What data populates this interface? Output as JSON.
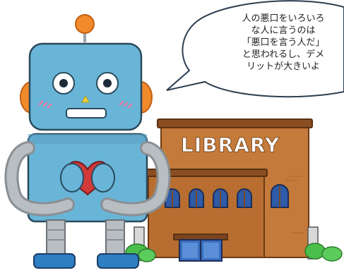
{
  "speech_bubble": {
    "lines": [
      "人の悪口をいろいろ",
      "な人に言うのは",
      "「悪口を言う人だ」",
      "と思われるし、デメ",
      "リットが大きいよ"
    ]
  },
  "building": {
    "sign_text": "LIBRARY"
  },
  "colors": {
    "robot_body": "#69b5d8",
    "robot_outline": "#2a4a5c",
    "antenna_ball": "#f08a2a",
    "heart": "#d23a3a",
    "building_brick": "#c47a3a",
    "building_roof": "#8a4e22",
    "window": "#2e5aa8",
    "bush": "#4bbf4b"
  },
  "icons": [
    "robot-illustration",
    "heart-icon",
    "library-building-illustration"
  ]
}
